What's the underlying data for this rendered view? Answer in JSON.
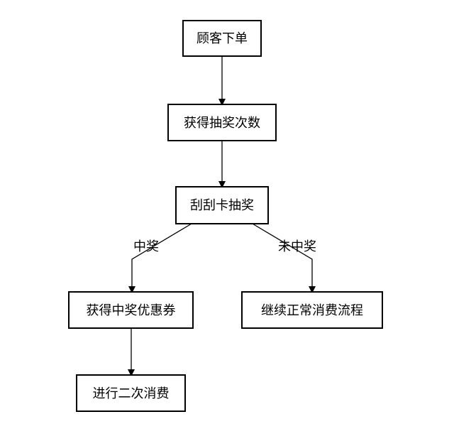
{
  "diagram": {
    "nodes": [
      {
        "id": "order",
        "label": "顾客下单"
      },
      {
        "id": "get_chances",
        "label": "获得抽奖次数"
      },
      {
        "id": "scratch",
        "label": "刮刮卡抽奖"
      },
      {
        "id": "coupon",
        "label": "获得中奖优惠券"
      },
      {
        "id": "continue",
        "label": "继续正常消费流程"
      },
      {
        "id": "second",
        "label": "进行二次消费"
      }
    ],
    "edges": [
      {
        "from": "order",
        "to": "get_chances",
        "label": ""
      },
      {
        "from": "get_chances",
        "to": "scratch",
        "label": ""
      },
      {
        "from": "scratch",
        "to": "coupon",
        "label": "中奖"
      },
      {
        "from": "scratch",
        "to": "continue",
        "label": "未中奖"
      },
      {
        "from": "coupon",
        "to": "second",
        "label": ""
      }
    ]
  }
}
